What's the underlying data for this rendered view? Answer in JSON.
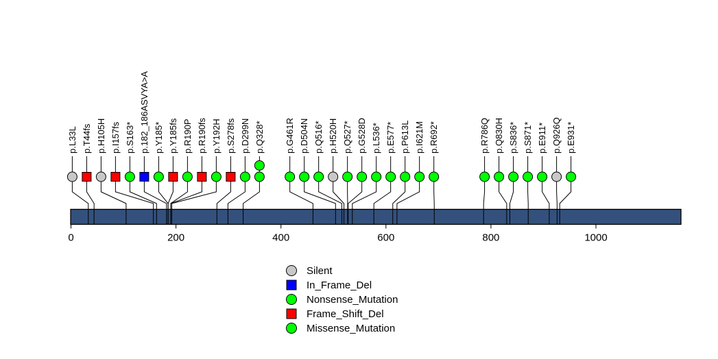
{
  "chart_data": {
    "type": "lollipop",
    "title": "",
    "xlabel": "",
    "ylabel": "",
    "protein_start": 0,
    "protein_length": 1162,
    "axis_ticks": [
      0,
      200,
      400,
      600,
      800,
      1000
    ],
    "bar_color": "#34517D",
    "bar_border_color": "#000000",
    "connector_color": "#000000",
    "layout": {
      "legend_position": "bottom-center",
      "label_rotation": -90,
      "grid": "off"
    },
    "legend": [
      {
        "label": "Silent",
        "shape": "circle",
        "color": "#C8C8C8"
      },
      {
        "label": "In_Frame_Del",
        "shape": "square",
        "color": "#0000FF"
      },
      {
        "label": "Nonsense_Mutation",
        "shape": "circle",
        "color": "#00FF00"
      },
      {
        "label": "Frame_Shift_Del",
        "shape": "square",
        "color": "#FF0000"
      },
      {
        "label": "Missense_Mutation",
        "shape": "circle",
        "color": "#00FF00"
      }
    ],
    "mutations": [
      {
        "label": "p.L33L",
        "pos": 33,
        "type": "Silent",
        "count": 1
      },
      {
        "label": "p.T44fs",
        "pos": 44,
        "type": "Frame_Shift_Del",
        "count": 1
      },
      {
        "label": "p.H105H",
        "pos": 105,
        "type": "Silent",
        "count": 1
      },
      {
        "label": "p.I157fs",
        "pos": 157,
        "type": "Frame_Shift_Del",
        "count": 1
      },
      {
        "label": "p.S163*",
        "pos": 163,
        "type": "Nonsense_Mutation",
        "count": 1
      },
      {
        "label": "p.182_186ASVYA>A",
        "pos": 182,
        "type": "In_Frame_Del",
        "count": 1
      },
      {
        "label": "p.Y185*",
        "pos": 185,
        "type": "Nonsense_Mutation",
        "count": 1
      },
      {
        "label": "p.Y185fs",
        "pos": 185,
        "type": "Frame_Shift_Del",
        "count": 1
      },
      {
        "label": "p.R190P",
        "pos": 190,
        "type": "Missense_Mutation",
        "count": 1
      },
      {
        "label": "p.R190fs",
        "pos": 190,
        "type": "Frame_Shift_Del",
        "count": 1
      },
      {
        "label": "p.Y192H",
        "pos": 192,
        "type": "Missense_Mutation",
        "count": 1
      },
      {
        "label": "p.S278fs",
        "pos": 278,
        "type": "Frame_Shift_Del",
        "count": 1
      },
      {
        "label": "p.D299N",
        "pos": 299,
        "type": "Missense_Mutation",
        "count": 1
      },
      {
        "label": "p.Q328*",
        "pos": 328,
        "type": "Nonsense_Mutation",
        "count": 2
      },
      {
        "label": "p.G461R",
        "pos": 461,
        "type": "Missense_Mutation",
        "count": 1
      },
      {
        "label": "p.D504N",
        "pos": 504,
        "type": "Missense_Mutation",
        "count": 1
      },
      {
        "label": "p.Q516*",
        "pos": 516,
        "type": "Nonsense_Mutation",
        "count": 1
      },
      {
        "label": "p.H520H",
        "pos": 520,
        "type": "Silent",
        "count": 1
      },
      {
        "label": "p.Q527*",
        "pos": 527,
        "type": "Nonsense_Mutation",
        "count": 1
      },
      {
        "label": "p.G528D",
        "pos": 528,
        "type": "Missense_Mutation",
        "count": 1
      },
      {
        "label": "p.L536*",
        "pos": 536,
        "type": "Nonsense_Mutation",
        "count": 1
      },
      {
        "label": "p.E577*",
        "pos": 577,
        "type": "Nonsense_Mutation",
        "count": 1
      },
      {
        "label": "p.P613L",
        "pos": 613,
        "type": "Missense_Mutation",
        "count": 1
      },
      {
        "label": "p.I621M",
        "pos": 621,
        "type": "Missense_Mutation",
        "count": 1
      },
      {
        "label": "p.R692*",
        "pos": 692,
        "type": "Nonsense_Mutation",
        "count": 1
      },
      {
        "label": "p.R786Q",
        "pos": 786,
        "type": "Missense_Mutation",
        "count": 1
      },
      {
        "label": "p.Q830H",
        "pos": 830,
        "type": "Missense_Mutation",
        "count": 1
      },
      {
        "label": "p.S836*",
        "pos": 836,
        "type": "Nonsense_Mutation",
        "count": 1
      },
      {
        "label": "p.S871*",
        "pos": 871,
        "type": "Nonsense_Mutation",
        "count": 1
      },
      {
        "label": "p.E911*",
        "pos": 911,
        "type": "Nonsense_Mutation",
        "count": 1
      },
      {
        "label": "p.Q926Q",
        "pos": 926,
        "type": "Silent",
        "count": 1
      },
      {
        "label": "p.E931*",
        "pos": 931,
        "type": "Nonsense_Mutation",
        "count": 1
      }
    ]
  }
}
